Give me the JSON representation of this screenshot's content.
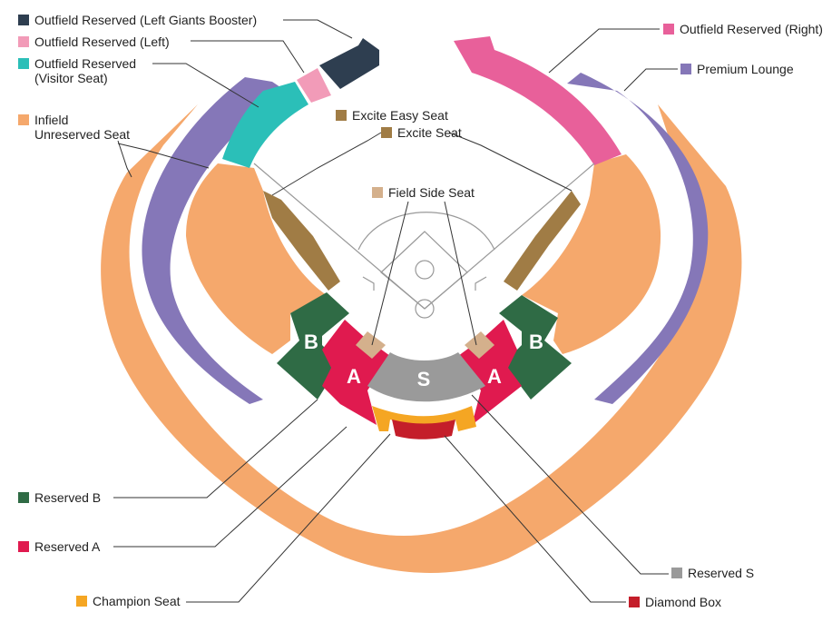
{
  "sections": [
    {
      "key": "outfield_left_booster",
      "label": "Outfield Reserved (Left Giants Booster)",
      "color": "#2e3e50"
    },
    {
      "key": "outfield_left",
      "label": "Outfield Reserved (Left)",
      "color": "#f29bb8"
    },
    {
      "key": "outfield_visitor",
      "label": "Outfield Reserved",
      "label2": "(Visitor Seat)",
      "color": "#2bbfb8"
    },
    {
      "key": "infield_unreserved",
      "label": "Infield",
      "label2": "Unreserved Seat",
      "color": "#f5a86c"
    },
    {
      "key": "excite_easy",
      "label": "Excite Easy Seat",
      "color": "#a07c45"
    },
    {
      "key": "excite",
      "label": "Excite Seat",
      "color": "#a07c45"
    },
    {
      "key": "field_side",
      "label": "Field Side Seat",
      "color": "#d4b08c"
    },
    {
      "key": "outfield_right",
      "label": "Outfield Reserved (Right)",
      "color": "#e8609a"
    },
    {
      "key": "premium_lounge",
      "label": "Premium Lounge",
      "color": "#8577b8"
    },
    {
      "key": "reserved_b",
      "label": "Reserved B",
      "color": "#2f6b45"
    },
    {
      "key": "reserved_a",
      "label": "Reserved A",
      "color": "#e01a4f"
    },
    {
      "key": "champion",
      "label": "Champion Seat",
      "color": "#f5a623"
    },
    {
      "key": "reserved_s",
      "label": "Reserved S",
      "color": "#9a9a9a"
    },
    {
      "key": "diamond_box",
      "label": "Diamond Box",
      "color": "#c41e2a"
    }
  ],
  "zone_letters": {
    "b": "B",
    "a": "A",
    "s": "S"
  }
}
